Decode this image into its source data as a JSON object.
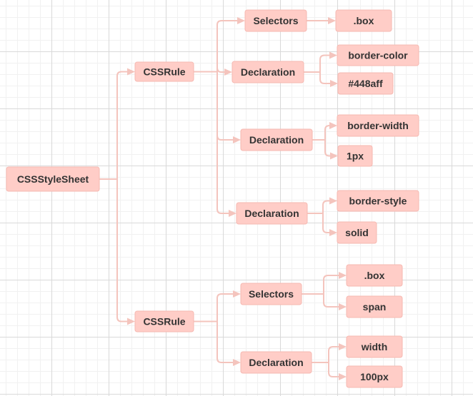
{
  "nodes": {
    "root": "CSSStyleSheet",
    "rule_1": "CSSRule",
    "rule_1_selectors": "Selectors",
    "rule_1_selector_value": ".box",
    "rule_1_decl_1": "Declaration",
    "rule_1_decl_1_property": "border-color",
    "rule_1_decl_1_value": "#448aff",
    "rule_1_decl_2": "Declaration",
    "rule_1_decl_2_property": "border-width",
    "rule_1_decl_2_value": "1px",
    "rule_1_decl_3": "Declaration",
    "rule_1_decl_3_property": "border-style",
    "rule_1_decl_3_value": "solid",
    "rule_2": "CSSRule",
    "rule_2_selectors": "Selectors",
    "rule_2_selector_value_1": ".box",
    "rule_2_selector_value_2": "span",
    "rule_2_decl_1": "Declaration",
    "rule_2_decl_1_property": "width",
    "rule_2_decl_1_value": "100px"
  },
  "colors": {
    "node_fill": "#ffcdc7",
    "node_stroke": "#f6b9b2",
    "connector": "#f4c4bd",
    "text": "#333333"
  }
}
